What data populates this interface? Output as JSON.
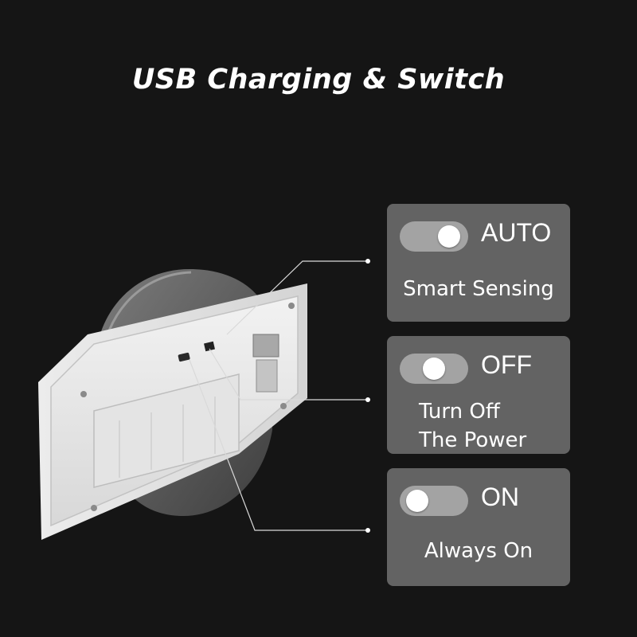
{
  "title": "USB Charging & Switch",
  "modes": [
    {
      "state": "AUTO",
      "description": "Smart Sensing"
    },
    {
      "state": "OFF",
      "description_lines": [
        "Turn Off",
        "The Power"
      ]
    },
    {
      "state": "ON",
      "description": "Always On"
    }
  ],
  "colors": {
    "background": "#151515",
    "card": "#636363",
    "toggle_track": "#a3a3a3",
    "toggle_knob": "#ffffff",
    "text": "#ffffff"
  }
}
